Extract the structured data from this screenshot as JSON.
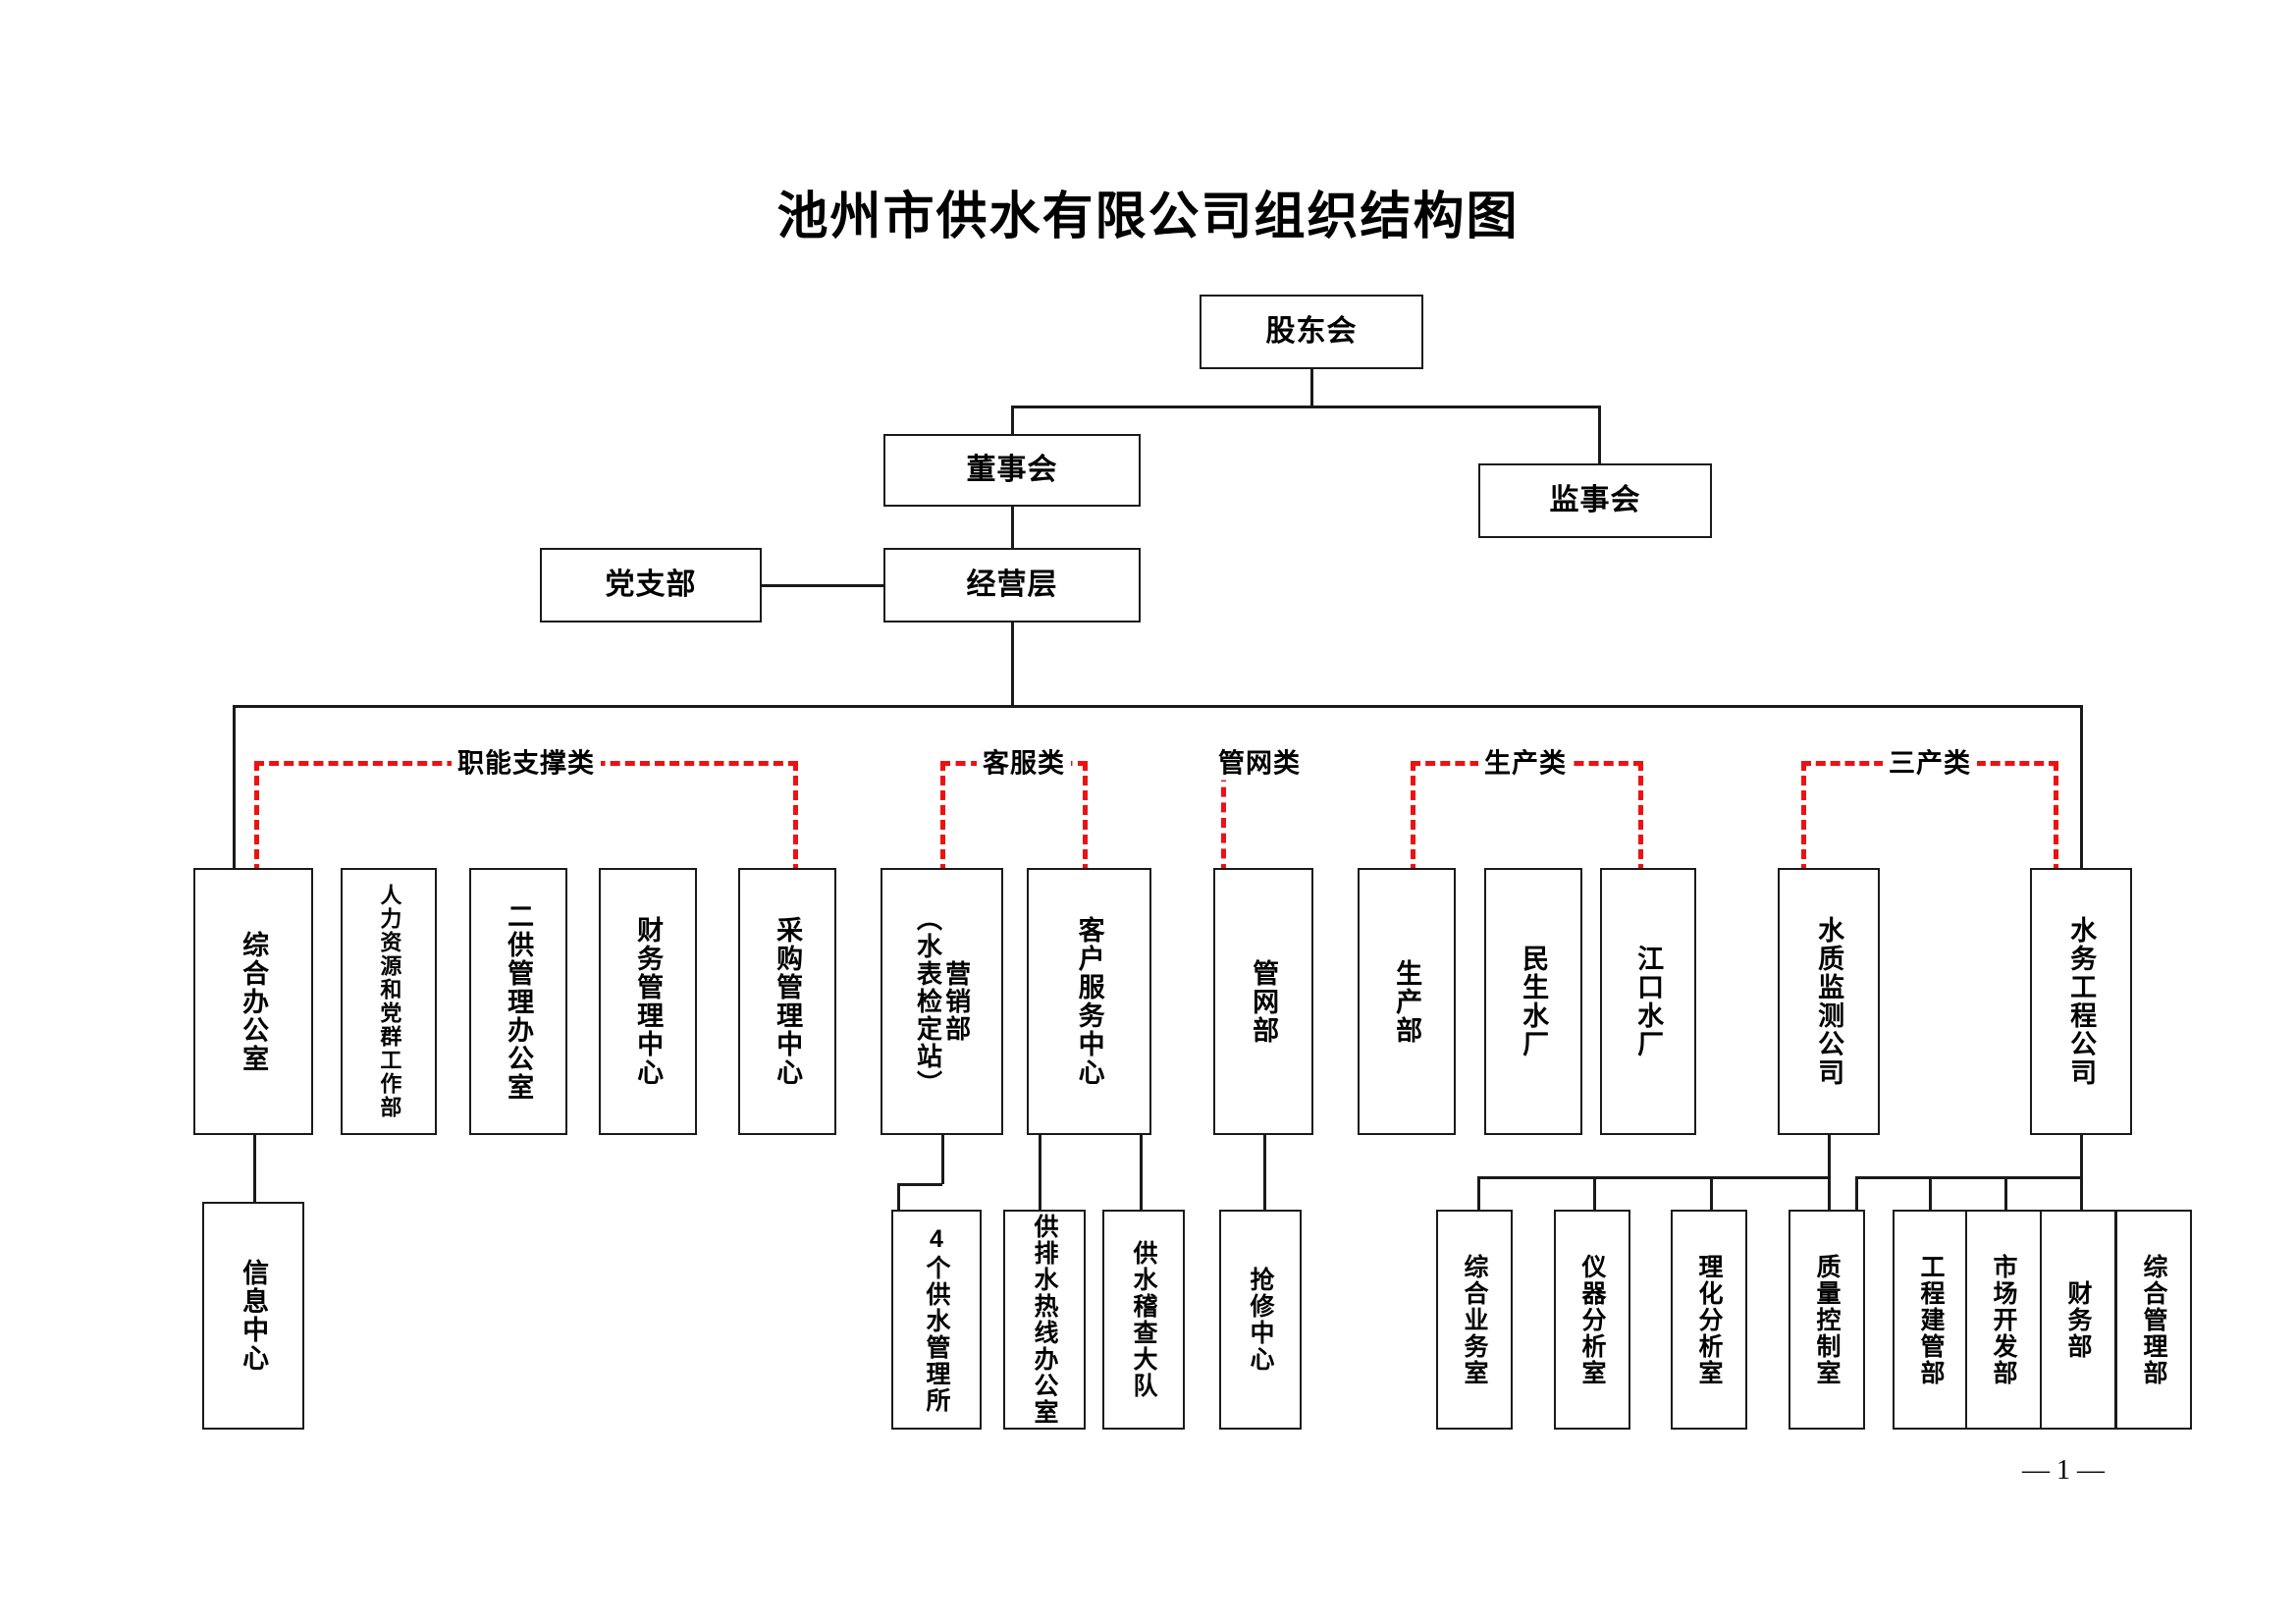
{
  "document": {
    "title": "池州市供水有限公司组织结构图",
    "page_number": "— 1 —"
  },
  "chart_data": {
    "type": "diagram",
    "diagram_kind": "organization-chart",
    "title": "池州市供水有限公司组织结构图",
    "accent_color": "#ee1111",
    "line_color": "#1a1a1a",
    "top_level": [
      {
        "id": "shareholders",
        "label": "股东会",
        "level": 0
      },
      {
        "id": "board",
        "label": "董事会",
        "level": 1
      },
      {
        "id": "supervisors",
        "label": "监事会",
        "level": 1
      },
      {
        "id": "party",
        "label": "党支部",
        "level": 2
      },
      {
        "id": "management",
        "label": "经营层",
        "level": 2
      }
    ],
    "categories": [
      {
        "id": "functional",
        "label": "职能支撑类"
      },
      {
        "id": "customer",
        "label": "客服类"
      },
      {
        "id": "network",
        "label": "管网类"
      },
      {
        "id": "production",
        "label": "生产类"
      },
      {
        "id": "tertiary",
        "label": "三产类"
      }
    ],
    "departments": [
      {
        "id": "d01",
        "label": "综合办公室",
        "category": "functional"
      },
      {
        "id": "d02",
        "label": "人力资源和党群工作部",
        "category": "functional"
      },
      {
        "id": "d03",
        "label": "二供管理办公室",
        "category": "functional"
      },
      {
        "id": "d04",
        "label": "财务管理中心",
        "category": "functional"
      },
      {
        "id": "d05",
        "label": "采购管理中心",
        "category": "functional"
      },
      {
        "id": "d06",
        "label": "营销部（水表检定站）",
        "label_col1": "（水表检定站）",
        "label_col2": "营销部",
        "category": "customer"
      },
      {
        "id": "d07",
        "label": "客户服务中心",
        "category": "customer"
      },
      {
        "id": "d08",
        "label": "管网部",
        "category": "network"
      },
      {
        "id": "d09",
        "label": "生产部",
        "category": "production"
      },
      {
        "id": "d10",
        "label": "民生水厂",
        "category": "production"
      },
      {
        "id": "d11",
        "label": "江口水厂",
        "category": "production"
      },
      {
        "id": "d12",
        "label": "水质监测公司",
        "category": "tertiary"
      },
      {
        "id": "d13",
        "label": "水务工程公司",
        "category": "tertiary"
      }
    ],
    "sub_departments": [
      {
        "id": "s01",
        "label": "信息中心",
        "parent": "d01"
      },
      {
        "id": "s02",
        "label": "4个供水管理所",
        "parent": "d06"
      },
      {
        "id": "s03",
        "label": "供排水热线办公室",
        "parent": "d07"
      },
      {
        "id": "s04",
        "label": "供水稽查大队",
        "parent": "d07"
      },
      {
        "id": "s05",
        "label": "抢修中心",
        "parent": "d08"
      },
      {
        "id": "s06",
        "label": "综合业务室",
        "parent": "d12"
      },
      {
        "id": "s07",
        "label": "仪器分析室",
        "parent": "d12"
      },
      {
        "id": "s08",
        "label": "理化分析室",
        "parent": "d12"
      },
      {
        "id": "s09",
        "label": "质量控制室",
        "parent": "d12"
      },
      {
        "id": "s10",
        "label": "工程建管部",
        "parent": "d13"
      },
      {
        "id": "s11",
        "label": "市场开发部",
        "parent": "d13"
      },
      {
        "id": "s12",
        "label": "财务部",
        "parent": "d13"
      },
      {
        "id": "s13",
        "label": "综合管理部",
        "parent": "d13"
      }
    ]
  }
}
